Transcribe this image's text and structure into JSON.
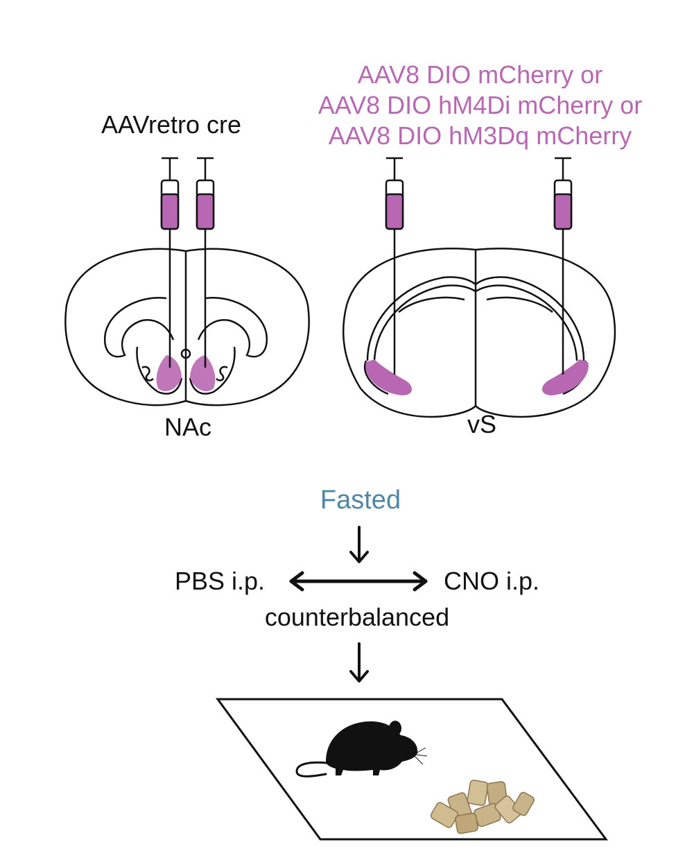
{
  "labels": {
    "retro": "AAVretro cre",
    "aav_lines": [
      "AAV8 DIO mCherry or",
      "AAV8 DIO hM4Di mCherry or",
      "AAV8 DIO hM3Dq mCherry"
    ],
    "nac": "NAc",
    "vs": "vS",
    "fasted": "Fasted",
    "pbs": "PBS i.p.",
    "cno": "CNO i.p.",
    "counterbalanced": "counterbalanced"
  },
  "colors": {
    "virus": "#b868b3",
    "fasted": "#4f86a8",
    "ink": "#111111",
    "pellet": "#c9b48a"
  }
}
